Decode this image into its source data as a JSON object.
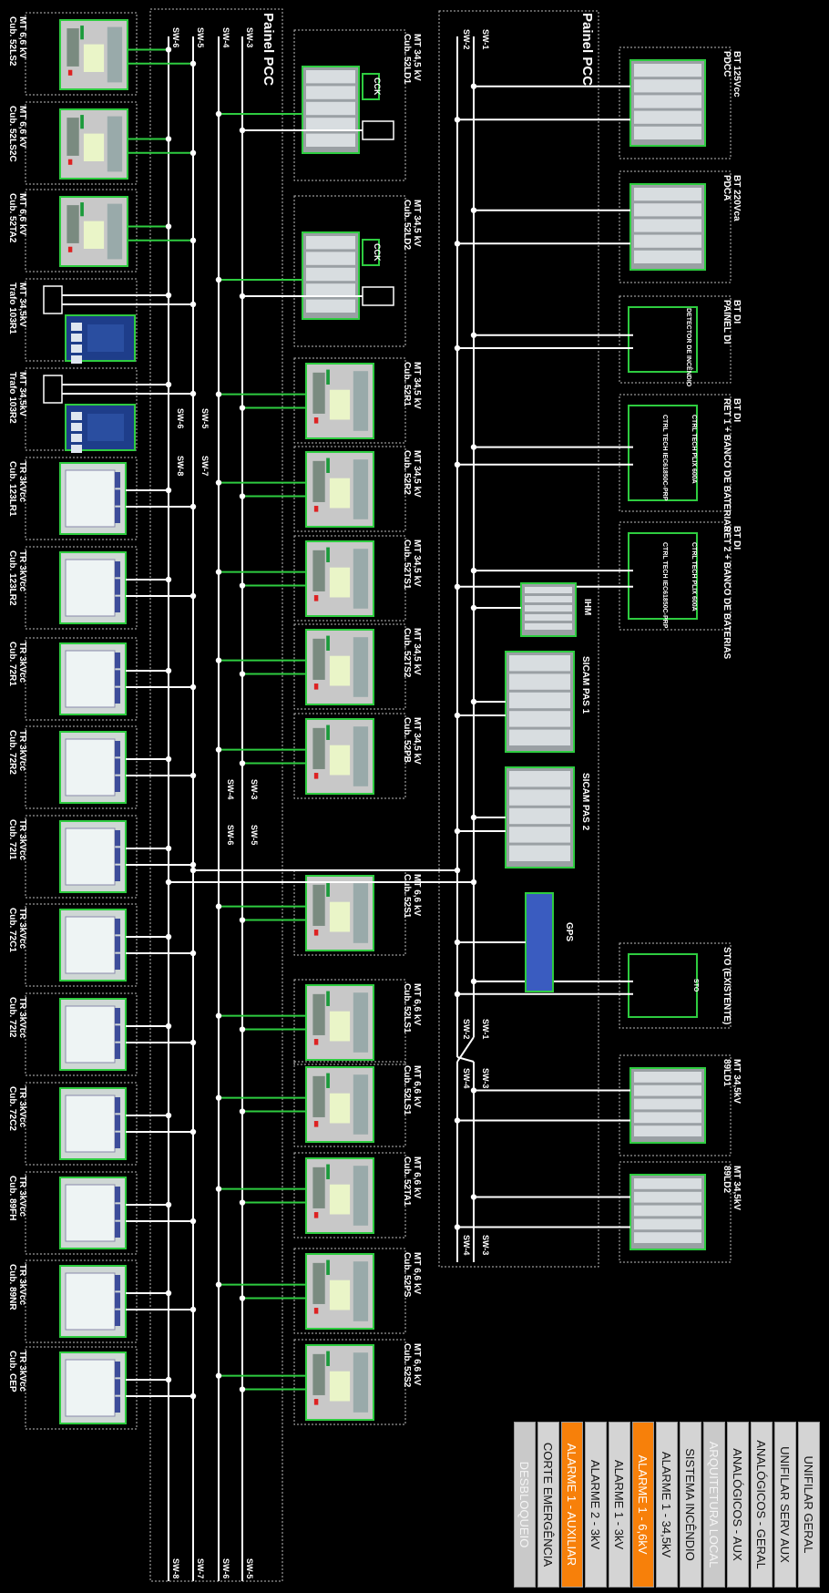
{
  "colors": {
    "bus": "#ffffff",
    "link": "#2ecc40",
    "active_tab": "#f7800a",
    "menu_bg": "#d4d4d4",
    "background": "#000000"
  },
  "panels": {
    "left": "Painel PCC",
    "right": "Painel PCC"
  },
  "switches": {
    "sw1": "SW-1",
    "sw2": "SW-2",
    "sw3": "SW-3",
    "sw4": "SW-4",
    "sw5": "SW-5",
    "sw6": "SW-6",
    "sw7": "SW-7",
    "sw8": "SW-8"
  },
  "top_cubicles": [
    {
      "voltage": "BT 125Vcc",
      "name": "PDCC"
    },
    {
      "voltage": "BT 220Vca",
      "name": "PDCA"
    },
    {
      "voltage": "BT DI",
      "name": "PAINEL DI"
    },
    {
      "voltage": "BT DI",
      "name": "RET 1 + BANCO DE BATERIAS"
    },
    {
      "voltage": "BT DI",
      "name": "RET 2 + BANCO DE BATERIAS"
    },
    {
      "voltage": "",
      "name": "STO (EXISTENTE)"
    },
    {
      "voltage": "MT 34,5kV",
      "name": "89LD1"
    },
    {
      "voltage": "MT 34,5kV",
      "name": "89LD2"
    }
  ],
  "device_labels": {
    "detector": "DETECTOR DE INCÊNDIO",
    "ctrl_tech_1": "CTRL TECH PLIX 600A",
    "ctrl_tech_2": "CTRL TECH IEC61850C-PRP",
    "sto": "STO",
    "cck": "CCK"
  },
  "central": {
    "ihm": "IHM",
    "sicam1": "SICAM PAS 1",
    "sicam2": "SICAM PAS 2",
    "gps": "GPS"
  },
  "mid_cubicles": [
    {
      "voltage": "MT 34,5 kV",
      "name": "Cub. 52LD1"
    },
    {
      "voltage": "MT 34,5 kV",
      "name": "Cub. 52LD2"
    },
    {
      "voltage": "MT 34,5 kV",
      "name": "Cub. 52R1"
    },
    {
      "voltage": "MT 34,5 kV",
      "name": "Cub. 52R2"
    },
    {
      "voltage": "MT 34,5 kV",
      "name": "Cub. 52TS1"
    },
    {
      "voltage": "MT 34,5 kV",
      "name": "Cub. 52TS2"
    },
    {
      "voltage": "MT 34,5 kV",
      "name": "Cub. 52PB"
    },
    {
      "voltage": "MT 6,6 kV",
      "name": "Cub. 52S1"
    },
    {
      "voltage": "MT 6,6 kV",
      "name": "Cub. 52LS1"
    },
    {
      "voltage": "MT 6,6 kV",
      "name": "Cub. 52LS1"
    },
    {
      "voltage": "MT 6,6 kV",
      "name": "Cub. 52TA1"
    },
    {
      "voltage": "MT 6,6 kV",
      "name": "Cub. 52PS"
    },
    {
      "voltage": "MT 6,6 kV",
      "name": "Cub. 52S2"
    }
  ],
  "bottom_cubicles": [
    {
      "voltage": "MT 6,6 kV",
      "name": "Cub. 52LS2"
    },
    {
      "voltage": "MT 6,6 kV",
      "name": "Cub. 52LS2C"
    },
    {
      "voltage": "MT 6,6 kV",
      "name": "Cub. 52TA2"
    },
    {
      "voltage": "MT 34,5kV",
      "name": "Trafo 103R1"
    },
    {
      "voltage": "MT 34,5kV",
      "name": "Trafo 103R2"
    },
    {
      "voltage": "TR 3kVcc",
      "name": "Cub. 123LR1"
    },
    {
      "voltage": "TR 3kVcc",
      "name": "Cub. 123LR2"
    },
    {
      "voltage": "TR 3kVcc",
      "name": "Cub. 72R1"
    },
    {
      "voltage": "TR 3kVcc",
      "name": "Cub. 72R2"
    },
    {
      "voltage": "TR 3kVcc",
      "name": "Cub. 72I1"
    },
    {
      "voltage": "TR 3kVcc",
      "name": "Cub. 72C1"
    },
    {
      "voltage": "TR 3kVcc",
      "name": "Cub. 72I2"
    },
    {
      "voltage": "TR 3kVcc",
      "name": "Cub. 72C2"
    },
    {
      "voltage": "TR 3kVcc",
      "name": "Cub. 89FH"
    },
    {
      "voltage": "TR 3kVcc",
      "name": "Cub. 89NR"
    },
    {
      "voltage": "TR 3kVcc",
      "name": "Cub. CEP"
    }
  ],
  "menu": [
    {
      "label": "UNIFILAR GERAL",
      "state": "normal"
    },
    {
      "label": "UNIFILAR SERV AUX",
      "state": "normal"
    },
    {
      "label": "ANALÓGICOS - GERAL",
      "state": "normal"
    },
    {
      "label": "ANALÓGICOS - AUX",
      "state": "normal"
    },
    {
      "label": "ARQUITETURA LOCAL",
      "state": "disabled"
    },
    {
      "label": "SISTEMA INCÊNDIO",
      "state": "normal"
    },
    {
      "label": "ALARME 1 - 34,5kV",
      "state": "normal"
    },
    {
      "label": "ALARME 1 - 6,6kV",
      "state": "active"
    },
    {
      "label": "ALARME 1 - 3kV",
      "state": "normal"
    },
    {
      "label": "ALARME 2 - 3kV",
      "state": "normal"
    },
    {
      "label": "ALARME 1 - AUXILIAR",
      "state": "active"
    },
    {
      "label": "CORTE EMERGÊNCIA",
      "state": "normal"
    },
    {
      "label": "DESBLOQUEIO",
      "state": "disabled"
    }
  ]
}
